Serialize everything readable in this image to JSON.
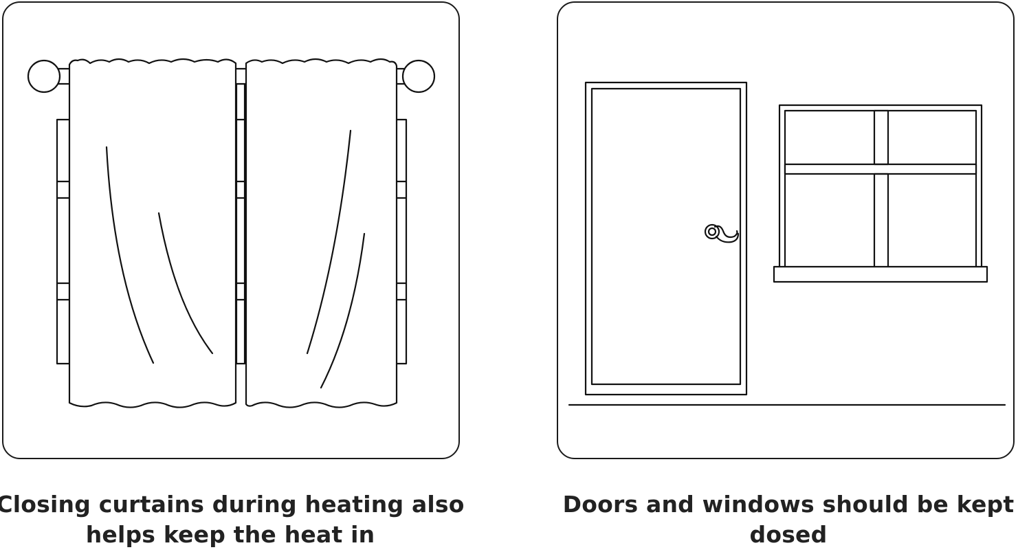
{
  "panels": [
    {
      "illustration": "curtains-closed-over-window",
      "caption": "Closing curtains during heating also helps keep the heat in"
    },
    {
      "illustration": "closed-door-and-window",
      "caption": "Doors and windows should be kept dosed"
    }
  ],
  "colors": {
    "line": "#111111",
    "text": "#222222",
    "background": "#ffffff"
  }
}
